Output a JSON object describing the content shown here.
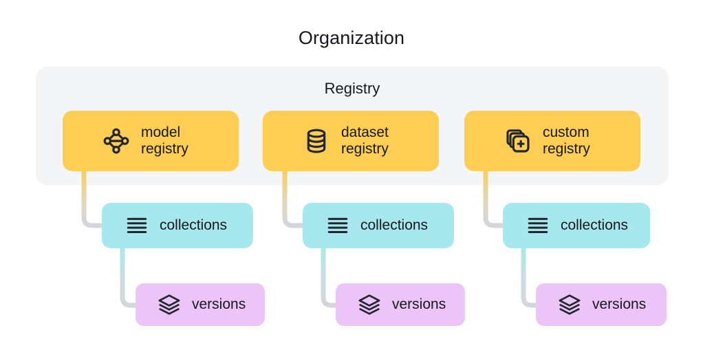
{
  "diagram": {
    "title": "Organization",
    "panel": {
      "title": "Registry",
      "background_color": "#f4f5f7"
    },
    "colors": {
      "registry_card": "#fdcd54",
      "collections_card": "#a6e8ed",
      "versions_card": "#edc4f7",
      "text": "#15181d",
      "icon": "#22272e",
      "connector_gray": "#d3d6da",
      "page_background": "#ffffff"
    },
    "levels": [
      {
        "name": "registry",
        "cards": [
          {
            "id": "model-registry",
            "label": "model\nregistry",
            "icon": "network-nodes-icon"
          },
          {
            "id": "dataset-registry",
            "label": "dataset\nregistry",
            "icon": "database-cylinder-icon"
          },
          {
            "id": "custom-registry",
            "label": "custom\nregistry",
            "icon": "stacked-squares-plus-icon"
          }
        ]
      },
      {
        "name": "collections",
        "cards": [
          {
            "id": "collections-1",
            "label": "collections",
            "icon": "list-lines-icon"
          },
          {
            "id": "collections-2",
            "label": "collections",
            "icon": "list-lines-icon"
          },
          {
            "id": "collections-3",
            "label": "collections",
            "icon": "list-lines-icon"
          }
        ]
      },
      {
        "name": "versions",
        "cards": [
          {
            "id": "versions-1",
            "label": "versions",
            "icon": "layers-stack-icon"
          },
          {
            "id": "versions-2",
            "label": "versions",
            "icon": "layers-stack-icon"
          },
          {
            "id": "versions-3",
            "label": "versions",
            "icon": "layers-stack-icon"
          }
        ]
      }
    ]
  }
}
